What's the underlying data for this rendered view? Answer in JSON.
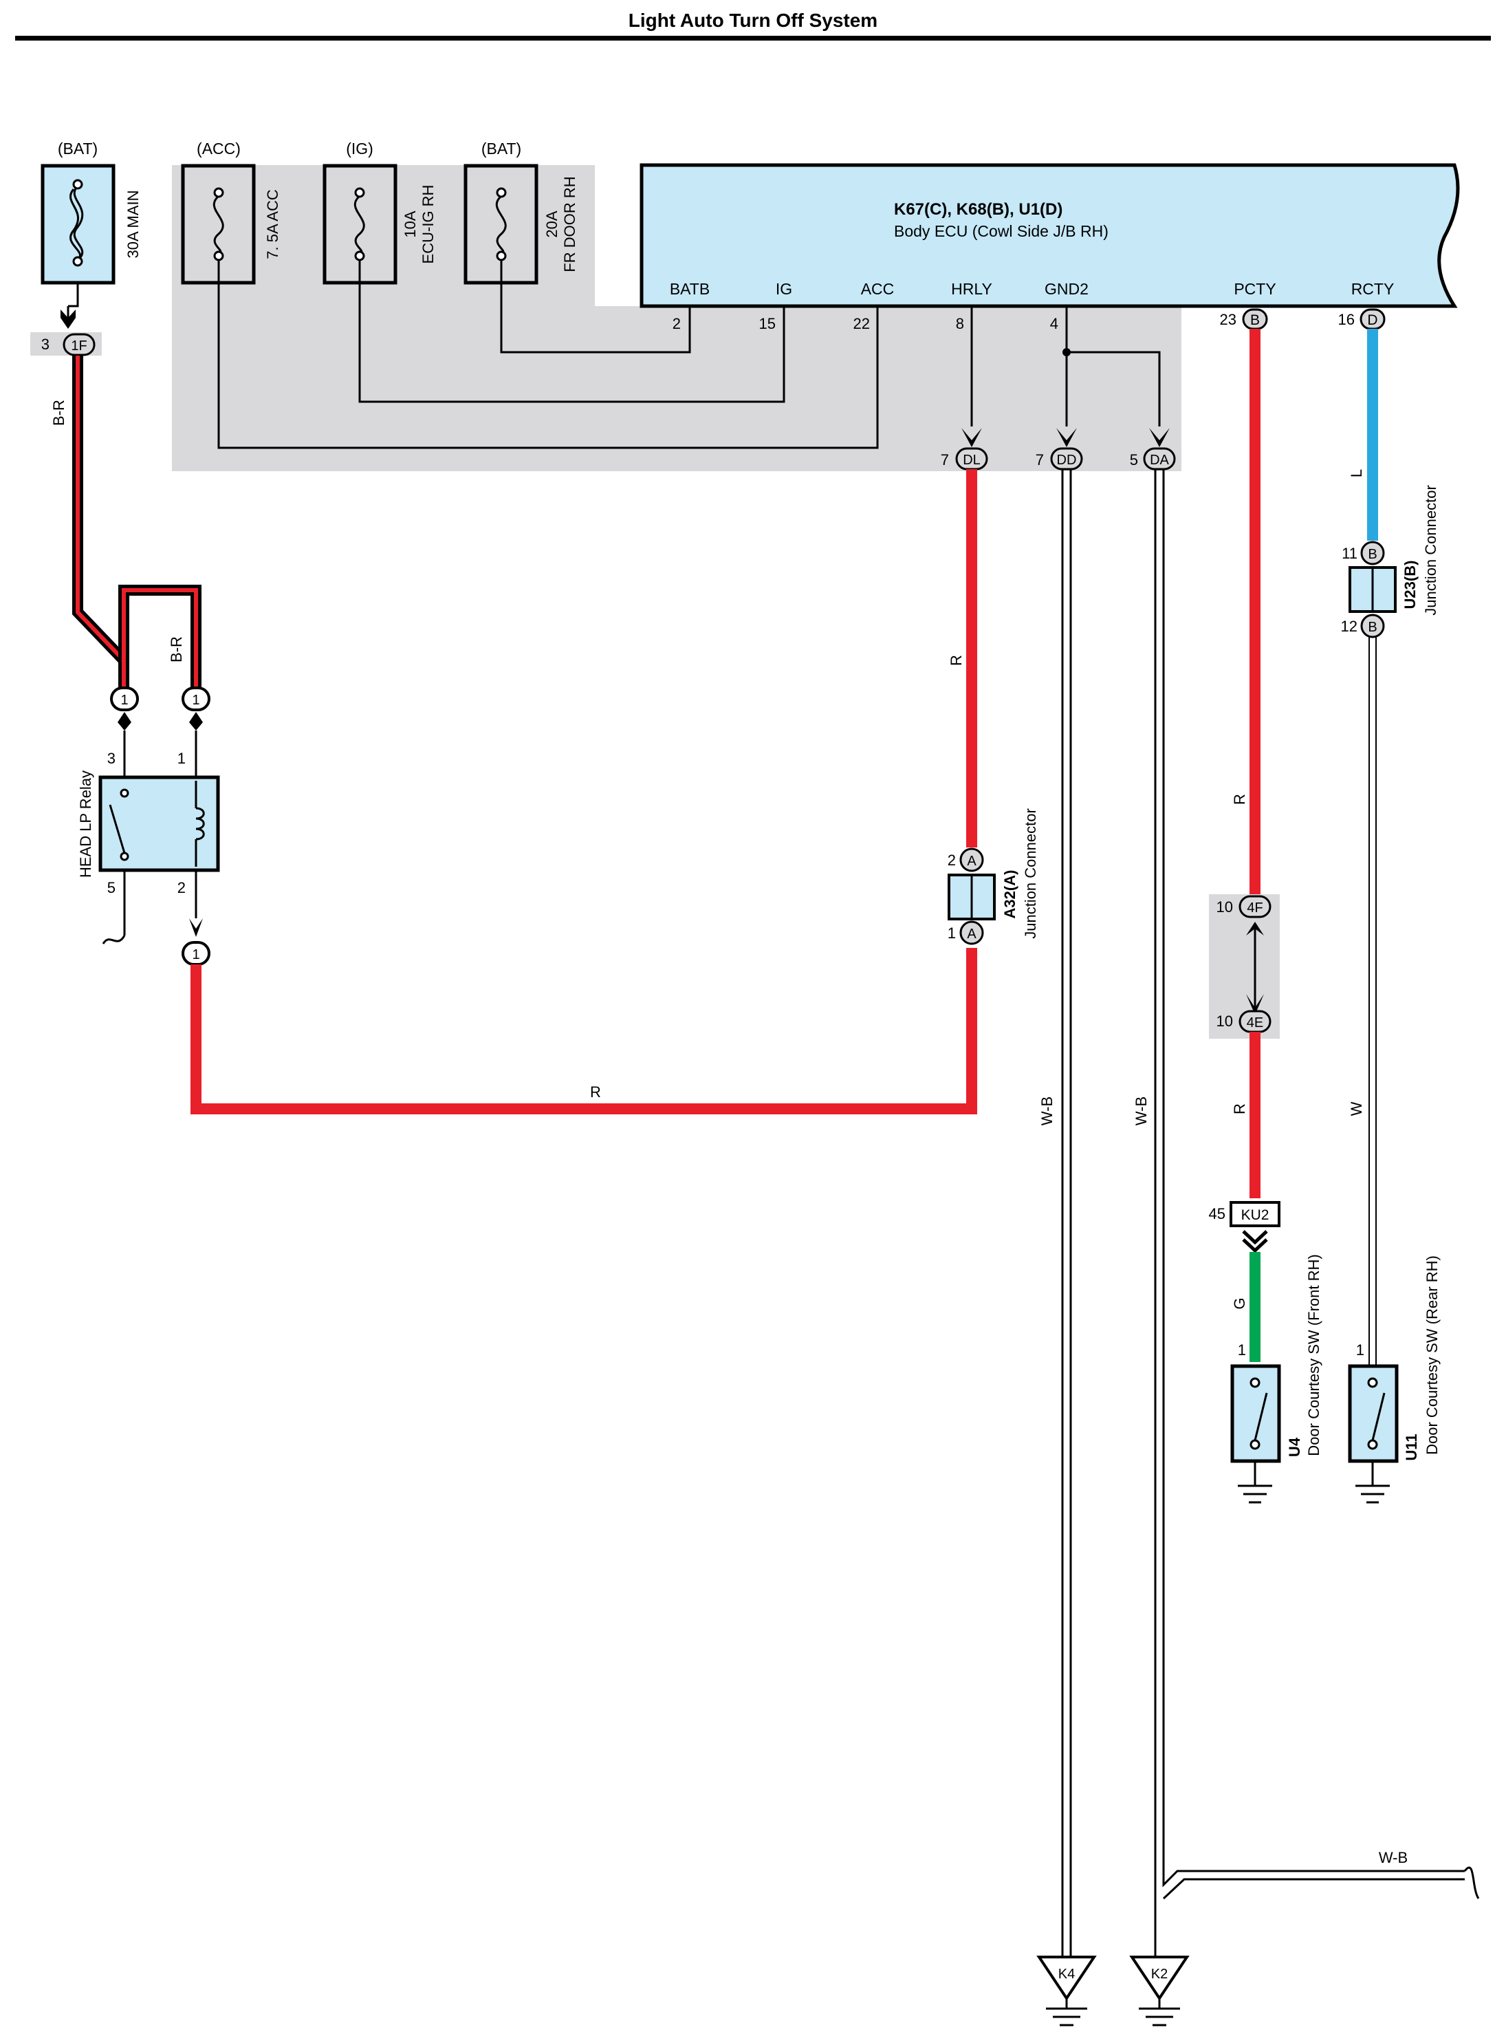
{
  "title": "Light Auto Turn Off System",
  "fuses": [
    {
      "source": "(BAT)",
      "label": "30A MAIN"
    },
    {
      "source": "(ACC)",
      "label": "7. 5A ACC"
    },
    {
      "source": "(IG)",
      "label_amp": "10A",
      "label_name": "ECU-IG RH"
    },
    {
      "source": "(BAT)",
      "label_amp": "20A",
      "label_name": "FR DOOR RH"
    }
  ],
  "ecu": {
    "code": "K67(C), K68(B), U1(D)",
    "name": "Body ECU (Cowl Side J/B RH)",
    "pins": [
      {
        "name": "BATB",
        "num": "2"
      },
      {
        "name": "IG",
        "num": "15"
      },
      {
        "name": "ACC",
        "num": "22"
      },
      {
        "name": "HRLY",
        "num": "8"
      },
      {
        "name": "GND2",
        "num": "4"
      },
      {
        "name": "PCTY",
        "num": "23",
        "conn": "B"
      },
      {
        "name": "RCTY",
        "num": "16",
        "conn": "D"
      }
    ]
  },
  "jb_connectors": [
    {
      "num": "7",
      "code": "DL"
    },
    {
      "num": "7",
      "code": "DD"
    },
    {
      "num": "5",
      "code": "DA"
    }
  ],
  "main_conn": {
    "num": "3",
    "code": "1F"
  },
  "relay": {
    "label": "HEAD LP Relay",
    "pins": [
      "3",
      "1",
      "5",
      "2"
    ],
    "conn": "1"
  },
  "junctions": [
    {
      "code": "A32(A)",
      "name": "Junction Connector",
      "top_num": "2",
      "bottom_num": "1",
      "letter": "A"
    },
    {
      "code": "U23(B)",
      "name": "Junction Connector",
      "top_num": "11",
      "bottom_num": "12",
      "letter": "B"
    }
  ],
  "inline_conns": [
    {
      "num": "10",
      "code": "4F"
    },
    {
      "num": "10",
      "code": "4E"
    },
    {
      "num": "45",
      "code": "KU2"
    }
  ],
  "switches": [
    {
      "code": "U4",
      "name": "Door Courtesy SW (Front RH)",
      "pin": "1"
    },
    {
      "code": "U11",
      "name": "Door Courtesy SW (Rear RH)",
      "pin": "1"
    }
  ],
  "wire_labels": [
    "B-R",
    "B-R",
    "R",
    "R",
    "R",
    "R",
    "L",
    "W",
    "W-B",
    "W-B",
    "G",
    "W-B"
  ],
  "grounds": [
    "K4",
    "K2"
  ],
  "colors": {
    "red": "#e8202a",
    "blue": "#29a8e0",
    "green": "#00a651",
    "fill": "#c6e8f7",
    "shade": "#d9d9db"
  }
}
